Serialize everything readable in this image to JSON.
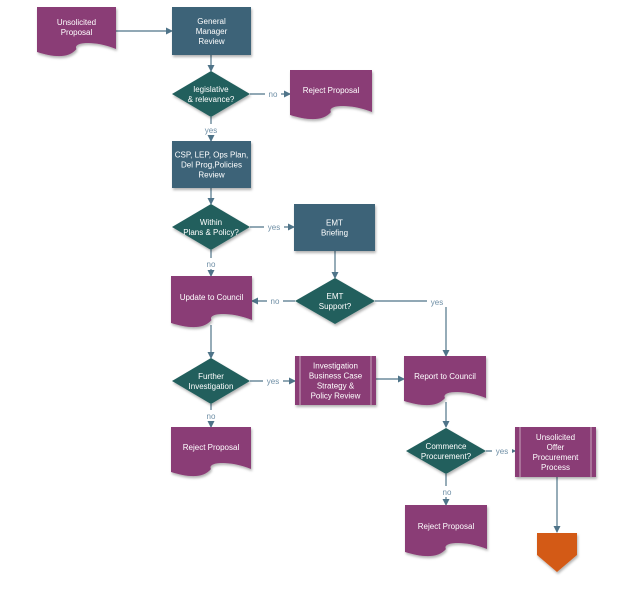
{
  "colors": {
    "document": "#8a3d76",
    "process": "#3c6478",
    "decision": "#225f5d",
    "predefined": "#8a3d76",
    "terminator": "#d35a15",
    "connector": "#4f7489",
    "edge_label": "#6f8fa6"
  },
  "nodes": {
    "unsolicited_proposal": [
      "Unsolicited",
      "Proposal"
    ],
    "gm_review": [
      "General",
      "Manager",
      "Review"
    ],
    "legislative_decision": [
      "legislative",
      "& relevance?"
    ],
    "reject_1": [
      "Reject Proposal"
    ],
    "csp_review": [
      "CSP, LEP, Ops Plan,",
      "Del Prog,Policies",
      "Review"
    ],
    "within_plans_decision": [
      "Within",
      "Plans & Policy?"
    ],
    "emt_briefing": [
      "EMT",
      "Briefing"
    ],
    "update_council": [
      "Update to Council"
    ],
    "emt_support_decision": [
      "EMT",
      "Support?"
    ],
    "further_investigation_decision": [
      "Further",
      "Investigation"
    ],
    "investigation_review": [
      "Investigation",
      "Business Case",
      "Strategy &",
      "Policy Review"
    ],
    "report_council": [
      "Report to Council"
    ],
    "reject_2": [
      "Reject Proposal"
    ],
    "commence_procurement_decision": [
      "Commence",
      "Procurement?"
    ],
    "offer_procurement": [
      "Unsolicited",
      "Offer",
      "Procurement",
      "Process"
    ],
    "reject_3": [
      "Reject Proposal"
    ]
  },
  "edge_labels": {
    "no": "no",
    "yes": "yes"
  }
}
